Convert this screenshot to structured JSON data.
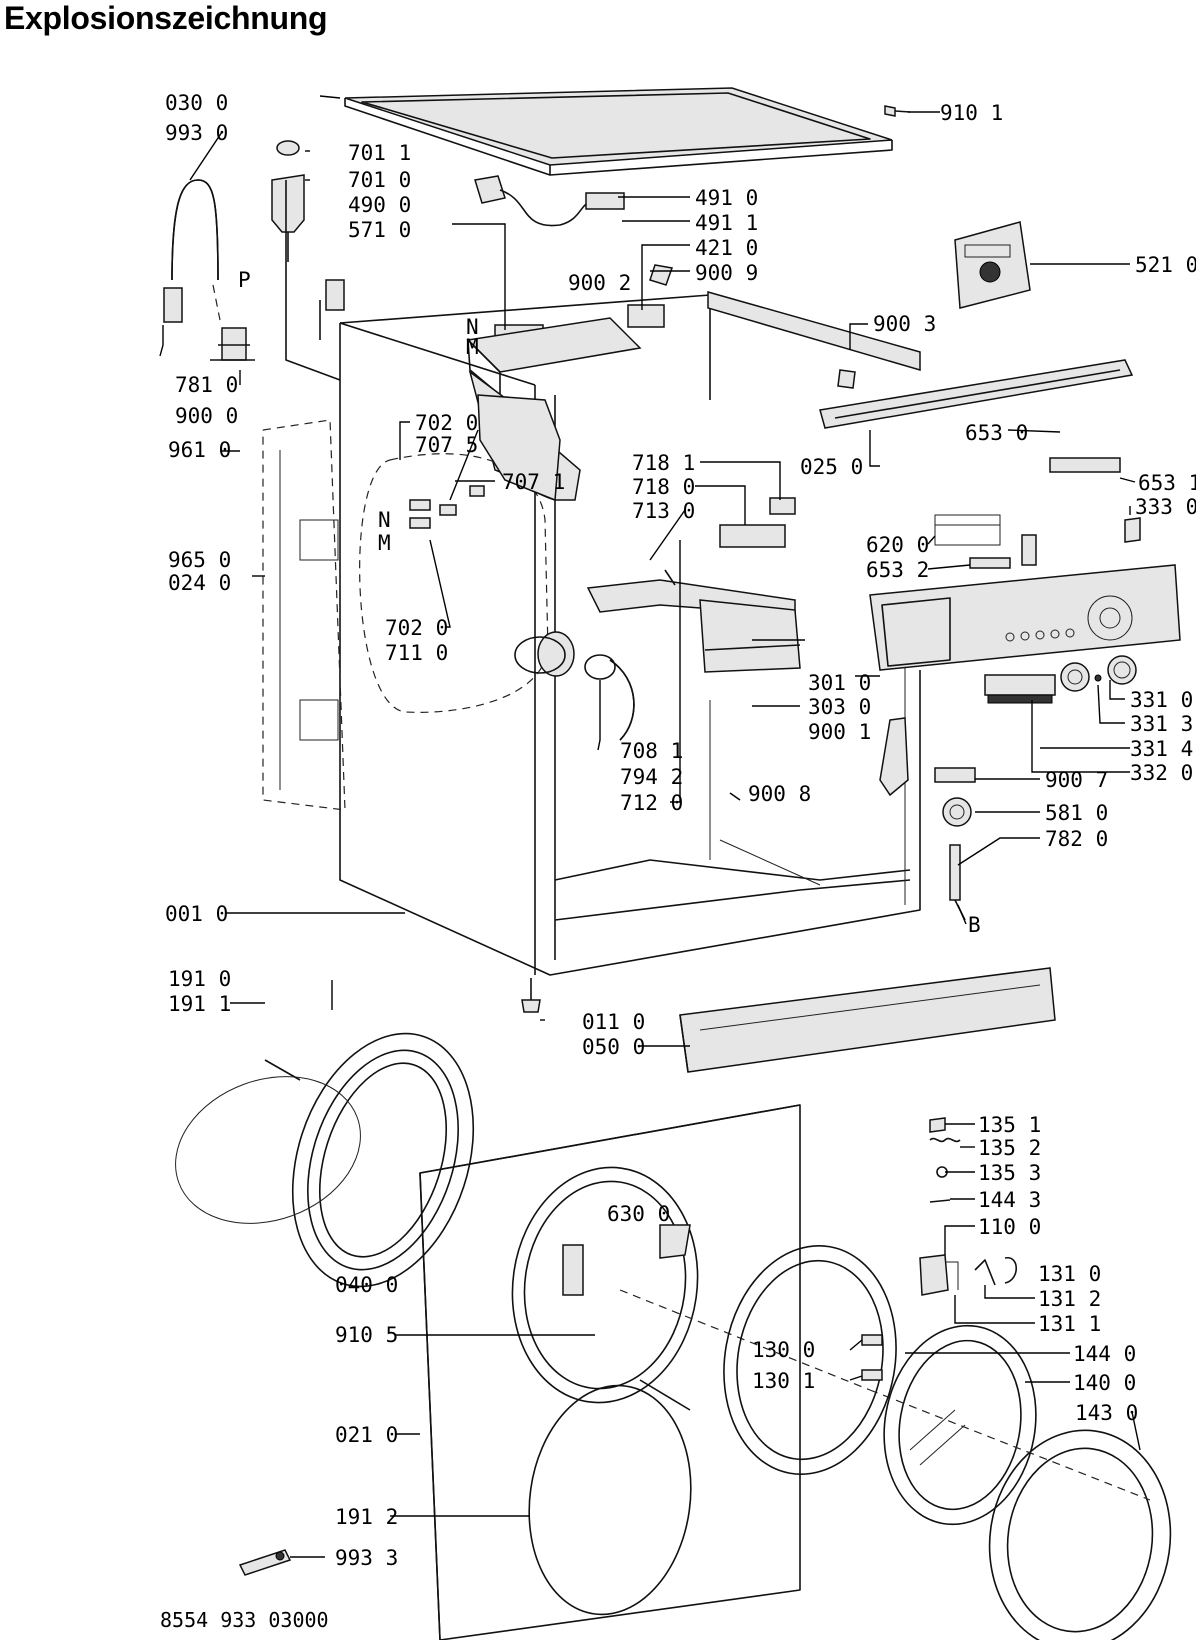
{
  "title": "Explosionszeichnung",
  "doc_number": "8554 933 03000",
  "labels": {
    "l0300": "030 0",
    "l9930": "993 0",
    "l7011": "701 1",
    "l7010": "701 0",
    "l4900": "490 0",
    "l5710": "571 0",
    "l4910": "491 0",
    "l4911": "491 1",
    "l4210": "421 0",
    "l9009": "900 9",
    "l9002": "900 2",
    "l9101": "910 1",
    "l5210": "521 0",
    "lP": "P",
    "lN1": "N",
    "lM1": "M",
    "l9003": "900 3",
    "l7810": "781 0",
    "l9000": "900 0",
    "l7020a": "702 0",
    "l7075": "707 5",
    "l9610": "961 0",
    "l7071": "707 1",
    "lN2": "N",
    "lM2": "M",
    "l9650": "965 0",
    "l0240": "024 0",
    "l7020b": "702 0",
    "l7110": "711 0",
    "l7181": "718 1",
    "l7180": "718 0",
    "l7130": "713 0",
    "l6530": "653 0",
    "l0250": "025 0",
    "l6531": "653 1",
    "l3330": "333 0",
    "l6200": "620 0",
    "l6532": "653 2",
    "l3010": "301 0",
    "l3030": "303 0",
    "l9001": "900 1",
    "l3310": "331 0",
    "l3313": "331 3",
    "l3314": "331 4",
    "l3320": "332 0",
    "l7081": "708 1",
    "l7942": "794 2",
    "l7120": "712 0",
    "l9008": "900 8",
    "l9007": "900 7",
    "l5810": "581 0",
    "l7820": "782 0",
    "lB": "B",
    "l0010": "001 0",
    "l1910": "191 0",
    "l1911": "191 1",
    "l0110": "011 0",
    "l0500": "050 0",
    "l1351": "135 1",
    "l1352": "135 2",
    "l1353": "135 3",
    "l1443": "144 3",
    "l1100": "110 0",
    "l6300": "630 0",
    "l1310": "131 0",
    "l1312": "131 2",
    "l1311": "131 1",
    "l0400": "040 0",
    "l9105": "910 5",
    "l1300": "130 0",
    "l1301": "130 1",
    "l1440": "144 0",
    "l1400": "140 0",
    "l1430": "143 0",
    "l0210": "021 0",
    "l1912": "191 2",
    "l9933": "993 3"
  }
}
